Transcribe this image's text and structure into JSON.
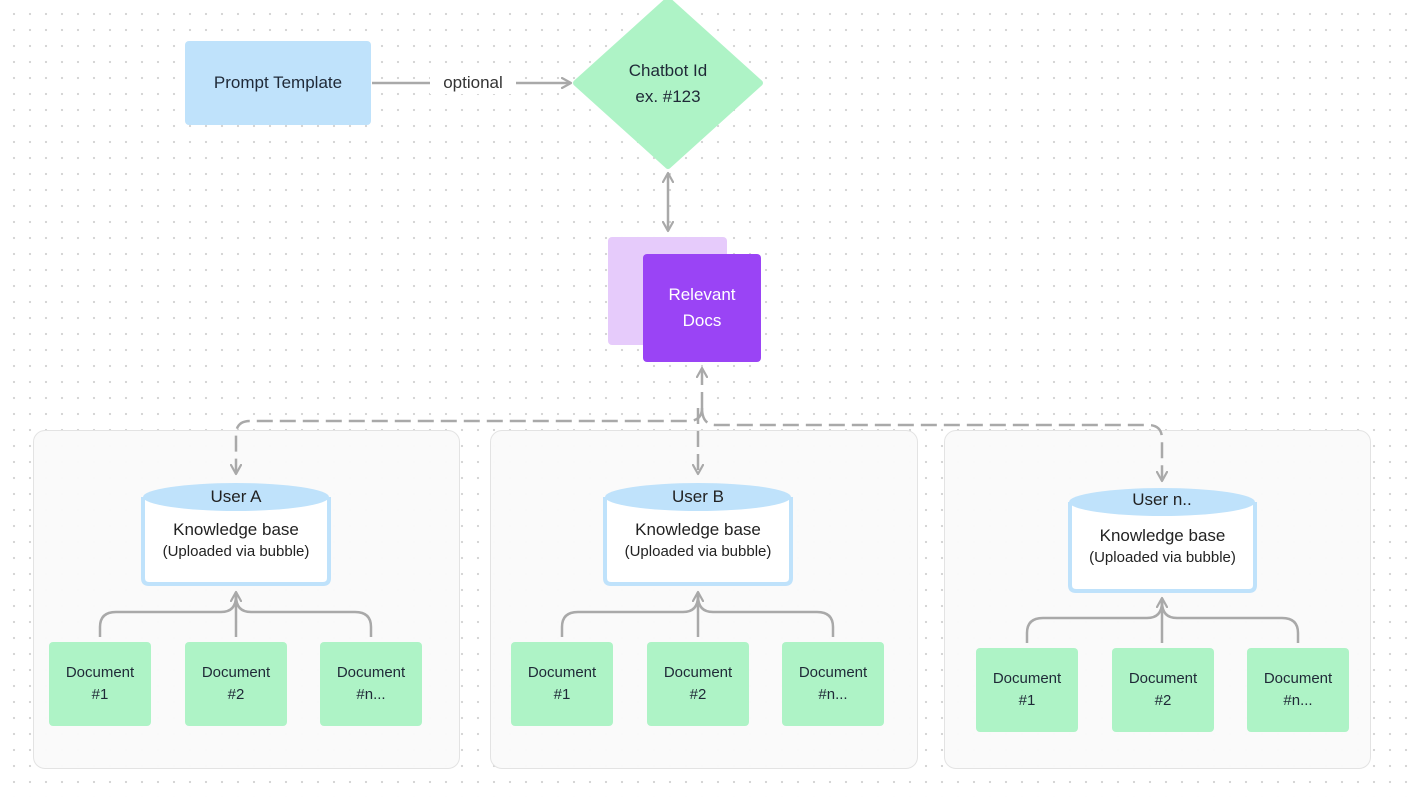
{
  "top": {
    "prompt_template": "Prompt Template",
    "optional_label": "optional",
    "chatbot_line1": "Chatbot Id",
    "chatbot_line2": "ex. #123"
  },
  "relevant_docs": {
    "line1": "Relevant",
    "line2": "Docs"
  },
  "users": [
    {
      "label": "User A",
      "kb_title": "Knowledge base",
      "kb_sub": "(Uploaded via bubble)",
      "docs": [
        {
          "line1": "Document",
          "line2": "#1"
        },
        {
          "line1": "Document",
          "line2": "#2"
        },
        {
          "line1": "Document",
          "line2": "#n..."
        }
      ]
    },
    {
      "label": "User B",
      "kb_title": "Knowledge base",
      "kb_sub": "(Uploaded via bubble)",
      "docs": [
        {
          "line1": "Document",
          "line2": "#1"
        },
        {
          "line1": "Document",
          "line2": "#2"
        },
        {
          "line1": "Document",
          "line2": "#n..."
        }
      ]
    },
    {
      "label": "User n..",
      "kb_title": "Knowledge base",
      "kb_sub": "(Uploaded via bubble)",
      "docs": [
        {
          "line1": "Document",
          "line2": "#1"
        },
        {
          "line1": "Document",
          "line2": "#2"
        },
        {
          "line1": "Document",
          "line2": "#n..."
        }
      ]
    }
  ],
  "colors": {
    "prompt_fill": "#bfe2fb",
    "diamond_fill": "#aef3c6",
    "docs_front": "#9a44f5",
    "docs_back": "#e6cbfb",
    "db_top": "#bfe2fb",
    "db_border": "#bfe2fb",
    "document_fill": "#aef3c6",
    "connector": "#a9a9a9"
  }
}
